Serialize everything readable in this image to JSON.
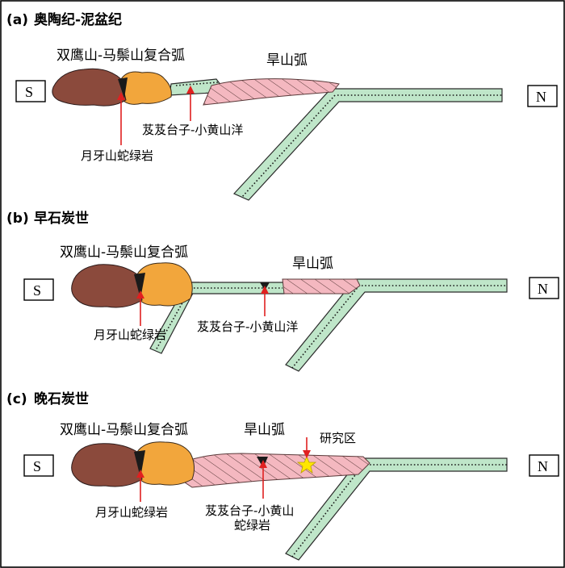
{
  "panels": [
    {
      "letter": "(a)",
      "period": "奥陶纪-泥盆纪",
      "arc_complex": "双鹰山-马鬃山复合弧",
      "hanshan_arc": "旱山弧",
      "ocean": "芨芨台子-小黄山洋",
      "ophiolite": "月牙山蛇绿岩",
      "south": "S",
      "north": "N"
    },
    {
      "letter": "(b)",
      "period": "早石炭世",
      "arc_complex": "双鹰山-马鬃山复合弧",
      "hanshan_arc": "旱山弧",
      "ocean": "芨芨台子-小黄山洋",
      "ophiolite": "月牙山蛇绿岩",
      "south": "S",
      "north": "N"
    },
    {
      "letter": "(c)",
      "period": "晚石炭世",
      "arc_complex": "双鹰山-马鬃山复合弧",
      "hanshan_arc": "旱山弧",
      "ophiolite_line1": "芨芨台子-小黄山",
      "ophiolite_line2": "蛇绿岩",
      "ophiolite": "月牙山蛇绿岩",
      "study_area": "研究区",
      "south": "S",
      "north": "N"
    }
  ],
  "colors": {
    "frame": "#000000",
    "brown_block": "#8b4a3c",
    "orange_block": "#f2a63c",
    "pink_arc": "#f4b8c0",
    "oceanic_slab": "#bfe6c9",
    "arrow": "#e02020",
    "star": "#ffe600"
  },
  "icons": [
    "red-arrow-icon",
    "star-icon"
  ]
}
